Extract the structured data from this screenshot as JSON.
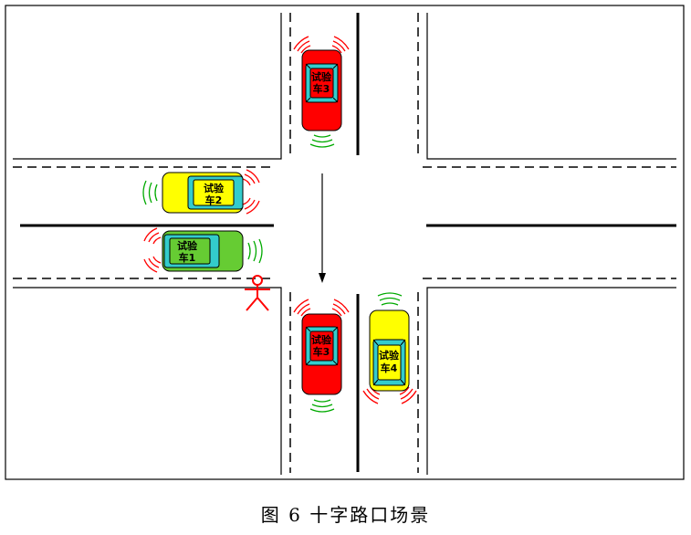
{
  "caption": "图 6  十字路口场景",
  "colors": {
    "car_red": "#ff0000",
    "car_yellow": "#ffff00",
    "car_green": "#66cc33",
    "windshield": "#33cccc",
    "signal_red": "#ff0000",
    "signal_green": "#00aa00",
    "pedestrian": "#ff0000"
  },
  "cars": [
    {
      "id": "car3-top",
      "label_line1": "试验",
      "label_line2": "车3"
    },
    {
      "id": "car2",
      "label_line1": "试验",
      "label_line2": "车2"
    },
    {
      "id": "car1",
      "label_line1": "试验",
      "label_line2": "车1"
    },
    {
      "id": "car3-bottom",
      "label_line1": "试验",
      "label_line2": "车3"
    },
    {
      "id": "car4",
      "label_line1": "试验",
      "label_line2": "车4"
    }
  ],
  "icons": [
    "pedestrian-icon",
    "motion-arrow-icon",
    "signal-wave-icon"
  ]
}
